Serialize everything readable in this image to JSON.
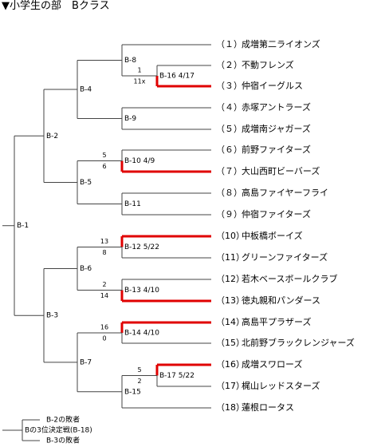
{
  "title": "▼小学生の部　Bクラス",
  "colors": {
    "line": "#444444",
    "winner": "#e00000"
  },
  "teams": [
    {
      "seed": "（１）",
      "name": "成増第二ライオンズ"
    },
    {
      "seed": "（２）",
      "name": "不動フレンズ"
    },
    {
      "seed": "（３）",
      "name": "仲宿イーグルス"
    },
    {
      "seed": "（４）",
      "name": "赤塚アントラーズ"
    },
    {
      "seed": "（５）",
      "name": "成増南ジャガーズ"
    },
    {
      "seed": "（６）",
      "name": "前野ファイターズ"
    },
    {
      "seed": "（７）",
      "name": "大山西町ビーバーズ"
    },
    {
      "seed": "（８）",
      "name": "高島ファイヤーフライ"
    },
    {
      "seed": "（９）",
      "name": "仲宿ファイターズ"
    },
    {
      "seed": "（10）",
      "name": "中板橋ボーイズ"
    },
    {
      "seed": "（11）",
      "name": "グリーンファイターズ"
    },
    {
      "seed": "（12）",
      "name": "若木ベースボールクラブ"
    },
    {
      "seed": "（13）",
      "name": "徳丸親和パンダース"
    },
    {
      "seed": "（14）",
      "name": "高島平プラザーズ"
    },
    {
      "seed": "（15）",
      "name": "北前野ブラックレンジャーズ"
    },
    {
      "seed": "（16）",
      "name": "成増スワローズ"
    },
    {
      "seed": "（17）",
      "name": "梶山レッドスターズ"
    },
    {
      "seed": "（18）",
      "name": "蓮根ロータス"
    }
  ],
  "matches": [
    {
      "label": "B-16 4/17",
      "score_top": "1",
      "score_bottom": "11x"
    },
    {
      "label": "B-8"
    },
    {
      "label": "B-9"
    },
    {
      "label": "B-4"
    },
    {
      "label": "B-10 4/9",
      "score_top": "5",
      "score_bottom": "6"
    },
    {
      "label": "B-11"
    },
    {
      "label": "B-5"
    },
    {
      "label": "B-2"
    },
    {
      "label": "B-12 5/22",
      "score_top": "13",
      "score_bottom": "8"
    },
    {
      "label": "B-13 4/10",
      "score_top": "2",
      "score_bottom": "14"
    },
    {
      "label": "B-6"
    },
    {
      "label": "B-14 4/10",
      "score_top": "16",
      "score_bottom": "0"
    },
    {
      "label": "B-17 5/22",
      "score_top": "5",
      "score_bottom": "2"
    },
    {
      "label": "B-15"
    },
    {
      "label": "B-7"
    },
    {
      "label": "B-3"
    },
    {
      "label": "B-1"
    }
  ],
  "third_place": {
    "loser_top": "B-2の敗者",
    "label": "Bの3位決定戦(B-18)",
    "loser_bottom": "B-3の敗者"
  }
}
